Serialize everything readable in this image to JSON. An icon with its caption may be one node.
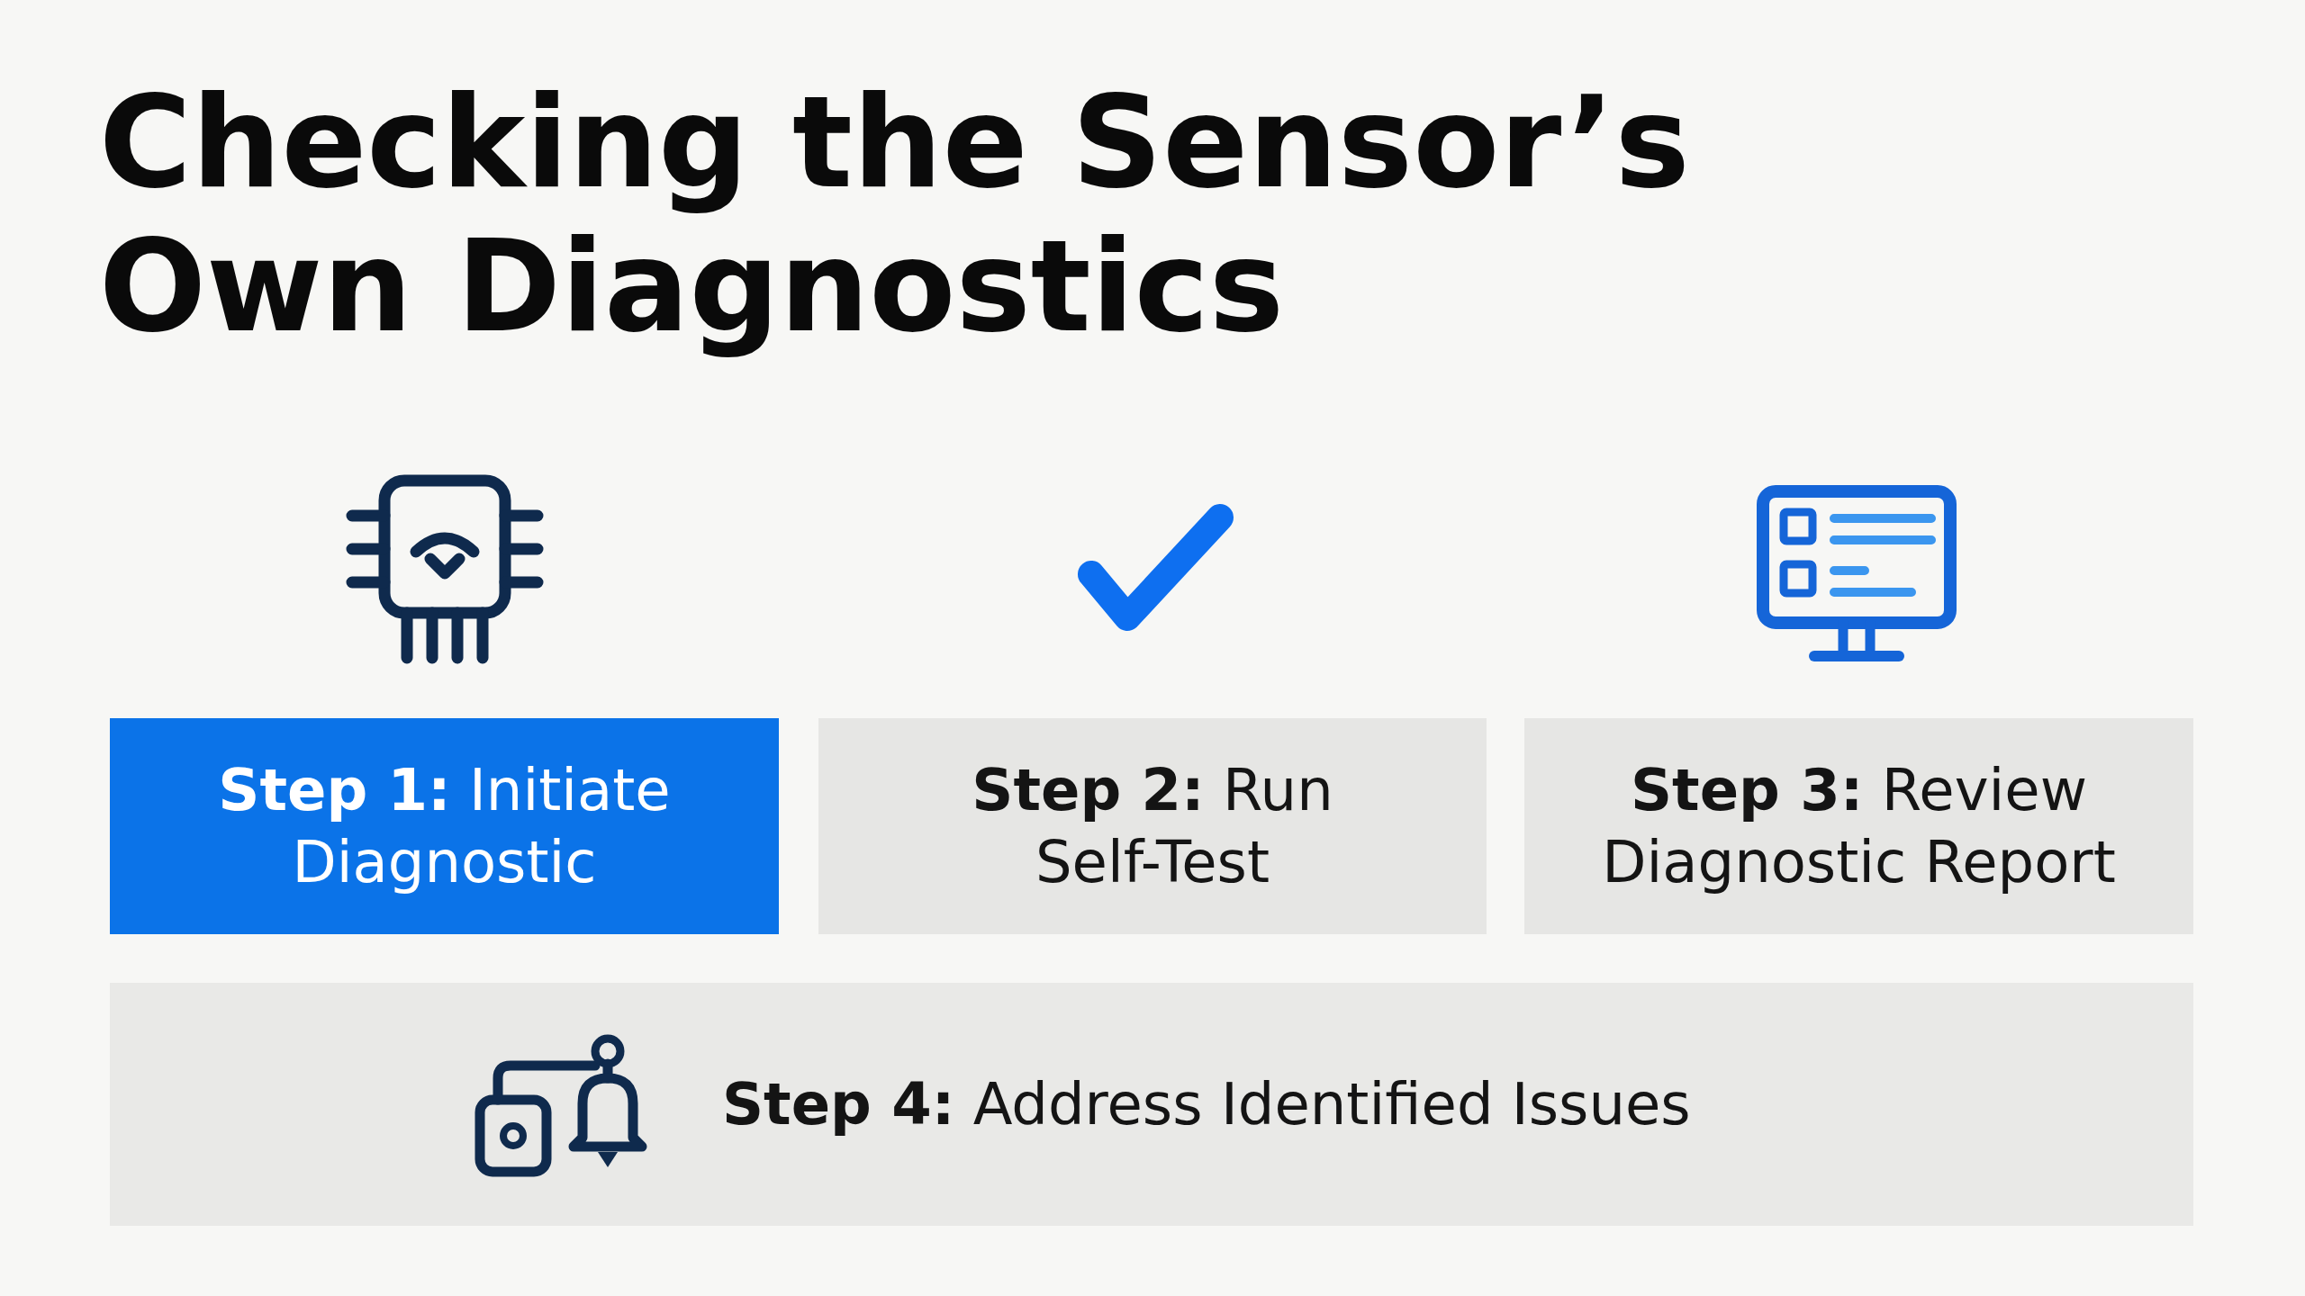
{
  "diagram": {
    "title": "Checking the Sensor’s Own Diagnostics",
    "nodes": [
      {
        "text": [
          "**Step 1:** Initiate Diagnostic"
        ]
      },
      {
        "text": [
          "**Step 2:** Run Self-Test"
        ]
      },
      {
        "text": [
          "**Step 3:** Review Diagnostic Report"
        ]
      },
      {
        "text": [
          "**Step 4:** Address Identified Issues"
        ]
      }
    ]
  }
}
